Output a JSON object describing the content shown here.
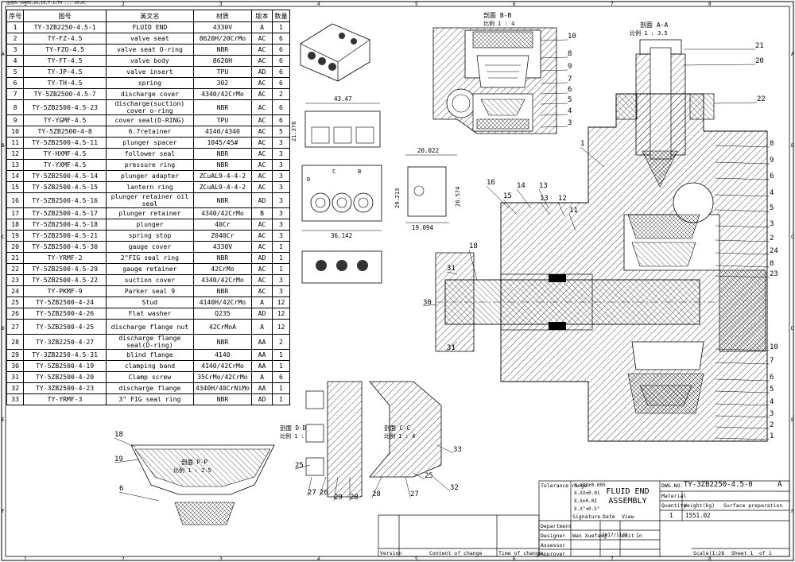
{
  "doc_header": "图纸0:\\A=00,20,15,7.1(70 ... 10\\A)",
  "bom": {
    "headers": [
      "序号",
      "图号",
      "英文名",
      "材质",
      "版本",
      "数量"
    ],
    "rows": [
      [
        "1",
        "TY-3ZB2250-4.5-1",
        "FLUID END",
        "4330V",
        "A",
        "1"
      ],
      [
        "2",
        "TY-FZ-4.5",
        "valve seat",
        "8620H/20CrMo",
        "AC",
        "6"
      ],
      [
        "3",
        "TY-FZO-4.5",
        "valve seat O-ring",
        "NBR",
        "AC",
        "6"
      ],
      [
        "4",
        "TY-FT-4.5",
        "valve body",
        "8620H",
        "AC",
        "6"
      ],
      [
        "5",
        "TY-JP-4.5",
        "valve insert",
        "TPU",
        "AD",
        "6"
      ],
      [
        "6",
        "TY-TH-4.5",
        "spring",
        "302",
        "AC",
        "6"
      ],
      [
        "7",
        "TY-5ZB2500-4.5-7",
        "discharge cover",
        "4340/42CrMo",
        "AC",
        "2"
      ],
      [
        "8",
        "TY-5ZB2500-4.5-23",
        "discharge(suction) cover o-ring",
        "NBR",
        "AC",
        "6"
      ],
      [
        "9",
        "TY-YGMF-4.5",
        "cover seal(D-RING)",
        "TPU",
        "AC",
        "6"
      ],
      [
        "10",
        "TY-5ZB2500-4-8",
        "6.7retainer",
        "4140/4340",
        "AC",
        "5"
      ],
      [
        "11",
        "TY-5ZB2500-4.5-11",
        "plunger spacer",
        "1045/45#",
        "AC",
        "3"
      ],
      [
        "12",
        "TY-HXMF-4.5",
        "follower seal",
        "NBR",
        "AC",
        "3"
      ],
      [
        "13",
        "TY-YXMF-4.5",
        "pressure ring",
        "NBR",
        "AC",
        "3"
      ],
      [
        "14",
        "TY-5ZB2500-4.5-14",
        "plunger adapter",
        "ZCuAL9-4-4-2",
        "AC",
        "3"
      ],
      [
        "15",
        "TY-5ZB2500-4.5-15",
        "lantern ring",
        "ZCuAL9-4-4-2",
        "AC",
        "3"
      ],
      [
        "16",
        "TY-5ZB2500-4.5-16",
        "plunger retainer oil seal",
        "NBR",
        "AD",
        "3"
      ],
      [
        "17",
        "TY-5ZB2500-4.5-17",
        "plunger retainer",
        "4340/42CrMo",
        "B",
        "3"
      ],
      [
        "18",
        "TY-5ZB2500-4.5-18",
        "plunger",
        "40Cr",
        "AC",
        "3"
      ],
      [
        "19",
        "TY-5ZB2500-4.5-21",
        "spring stop",
        "Z040Cr",
        "AC",
        "3"
      ],
      [
        "20",
        "TY-5ZB2500-4.5-30",
        "gauge cover",
        "4330V",
        "AC",
        "1"
      ],
      [
        "21",
        "TY-YRMF-2",
        "2\"FIG seal ring",
        "NBR",
        "AD",
        "1"
      ],
      [
        "22",
        "TY-5ZB2500-4.5-29",
        "gauge retainer",
        "42CrMo",
        "AC",
        "1"
      ],
      [
        "23",
        "TY-5ZB2500-4.5-22",
        "suction cover",
        "4340/42CrMo",
        "AC",
        "3"
      ],
      [
        "24",
        "TY-PKMF-9",
        "Parker seal 9",
        "NBR",
        "AC",
        "3"
      ],
      [
        "25",
        "TY-5ZB2500-4-24",
        "Stud",
        "4140H/42CrMo",
        "A",
        "12"
      ],
      [
        "26",
        "TY-5ZB2500-4-26",
        "Flat washer",
        "Q235",
        "AD",
        "12"
      ],
      [
        "27",
        "TY-5ZB2500-4-25",
        "discharge flange nut",
        "42CrMoA",
        "A",
        "12"
      ],
      [
        "28",
        "TY-3ZB2250-4-27",
        "discharge flange seal(D-ring)",
        "NBR",
        "AA",
        "2"
      ],
      [
        "29",
        "TY-3ZB2250-4.5-31",
        "blind flange",
        "4140",
        "AA",
        "1"
      ],
      [
        "30",
        "TY-5ZB2500-4-19",
        "clamping band",
        "4140/42CrMo",
        "AA",
        "1"
      ],
      [
        "31",
        "TY-5ZB2500-4-20",
        "Clamp screw",
        "35CrMo/42CrMo",
        "A",
        "6"
      ],
      [
        "32",
        "TY-3ZB2500-4-23",
        "discharge flange",
        "4340H/40CrNiMo",
        "AA",
        "1"
      ],
      [
        "33",
        "TY-YRMF-3",
        "3\" FIG seal ring",
        "NBR",
        "AD",
        "1"
      ]
    ]
  },
  "views": {
    "section_bb": {
      "title": "剖面 B-B",
      "scale": "比例 1 : 4"
    },
    "section_aa": {
      "title": "剖面 A-A",
      "scale": "比例 1 : 3.5"
    },
    "section_dd": {
      "title": "剖面 D-D",
      "scale": "比例 1 : 4"
    },
    "section_cc": {
      "title": "剖面 C-C",
      "scale": "比例 1 : 4"
    },
    "section_pp": {
      "title": "剖面 P-P",
      "scale": "比例 1 : 2.5"
    },
    "iso_labels": {
      "C": "C",
      "D": "D",
      "B": "B"
    }
  },
  "dimensions": {
    "width_top": "43.47",
    "height_front": "21.378",
    "width_bottom": "36.142",
    "side_width_top": "20.022",
    "side_height": "29.213",
    "side_right": "26.574",
    "side_width_bottom": "19.094"
  },
  "balloons": {
    "bb": [
      "10",
      "8",
      "9",
      "7",
      "6",
      "5",
      "4",
      "3"
    ],
    "aa_top": [
      "21",
      "20",
      "22"
    ],
    "aa_right": [
      "8",
      "9",
      "6",
      "4",
      "5",
      "3",
      "2",
      "24",
      "8",
      "23",
      "10",
      "7",
      "6",
      "5",
      "4",
      "3",
      "2",
      "1"
    ],
    "aa_left": [
      "1",
      "16",
      "15",
      "14",
      "13",
      "13",
      "12",
      "11",
      "18",
      "31",
      "30",
      "31"
    ],
    "dd": [
      "25",
      "27",
      "26",
      "29",
      "28"
    ],
    "cc": [
      "28",
      "27",
      "33",
      "32",
      "25"
    ],
    "pp": [
      "18",
      "19",
      "6"
    ]
  },
  "title_block": {
    "tolerance_title": "Tolerance range",
    "tolerances": [
      "X.XXX±0.005",
      "X.XX±0.01",
      "X.X±0.02",
      "X.X°±0.5°"
    ],
    "assembly_name": "FLUID END ASSEMBLY",
    "dwg_no_label": "DWG.NO.",
    "dwg_no": "TY-3ZB2250-4.5-0",
    "revision": "A",
    "material_label": "Material",
    "quantity_label": "Quantity",
    "weight_label": "Weight(kg)",
    "quantity": "1",
    "weight": "1551.02",
    "surface_label": "Surface preparation",
    "department_label": "Department",
    "signature_label": "Signature",
    "date_label": "Date",
    "view_label": "View",
    "designer_label": "Designer",
    "designer": "Wan Xuefang",
    "designer_date": "2017/11/9",
    "unit_label": "Unit",
    "unit": "In",
    "assessor_label": "Assessor",
    "approver_label": "Approver",
    "version_label": "Version",
    "content_change_label": "Content of change",
    "time_change_label": "Time of change",
    "scale": "Scale(1:28",
    "sheet": "Sheet 1",
    "of": "of 1"
  },
  "border_numbers": [
    "1",
    "2",
    "3",
    "4",
    "5",
    "6",
    "7",
    "8"
  ],
  "border_letters": [
    "A",
    "B",
    "C",
    "D",
    "E",
    "F"
  ]
}
